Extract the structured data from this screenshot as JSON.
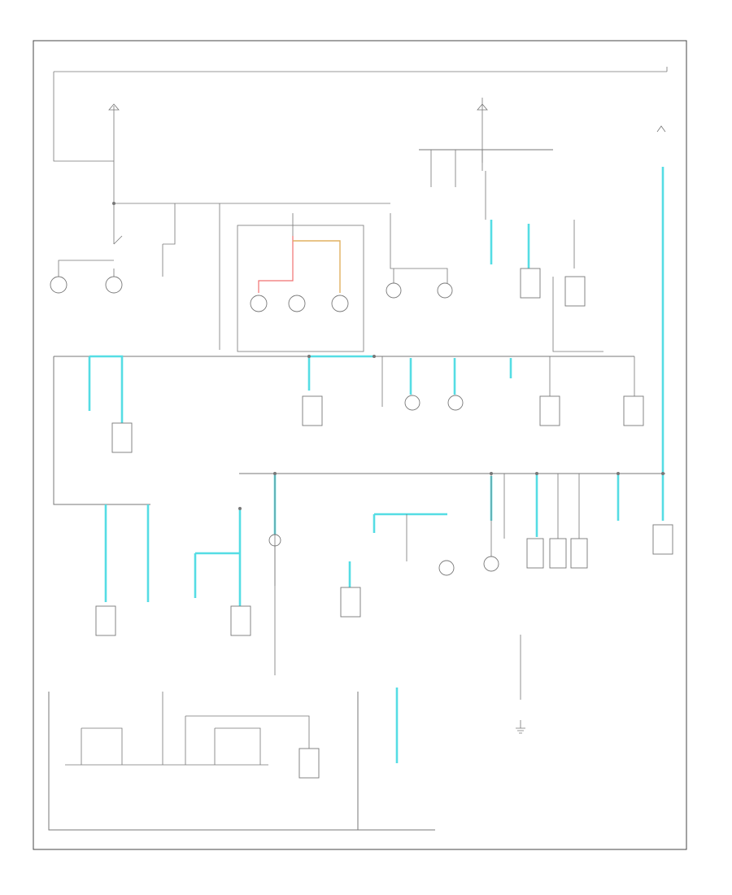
{
  "page": {
    "footer_code": "",
    "footnotes": [],
    "main_label": ""
  },
  "colors": {
    "power_wire": "#55dde4",
    "red_wire": "#f07070",
    "orange_wire": "#e0b060",
    "line": "#777777",
    "frame": "#444444"
  },
  "icons": [
    "lamp-symbol",
    "module-box-symbol",
    "ground-symbol",
    "splice-dot-symbol",
    "switch-symbol"
  ]
}
